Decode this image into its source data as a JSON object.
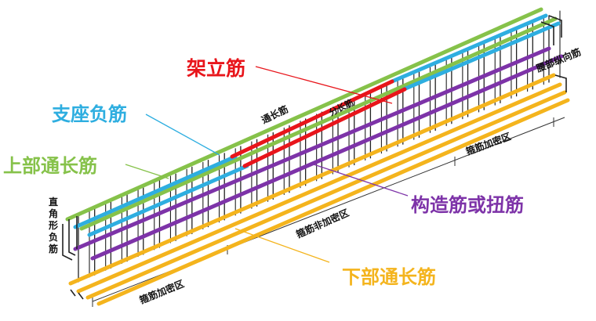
{
  "labels": {
    "erecting_bar": "架立筋",
    "support_negative_bar": "支座负筋",
    "top_through_bar": "上部通长筋",
    "structural_torsion_bar": "构造筋或扭筋",
    "bottom_through_bar": "下部通长筋"
  },
  "annotations": {
    "through_length": "通长筋",
    "middle_small": "分长筋",
    "waist_longitudinal": "腰部纵向筋",
    "stirrup_dense_right": "箍筋加密区",
    "stirrup_nondense": "箍筋非加密区",
    "stirrup_dense_left": "箍筋加密区",
    "right_angle_negative": [
      "直",
      "角",
      "形",
      "负",
      "筋"
    ]
  },
  "colors": {
    "erecting_bar": "#e8151b",
    "support_negative_bar": "#2eaee0",
    "top_through_bar": "#86c24a",
    "structural_torsion_bar": "#7d33a8",
    "bottom_through_bar": "#f4b41d",
    "steel": "#222222"
  }
}
